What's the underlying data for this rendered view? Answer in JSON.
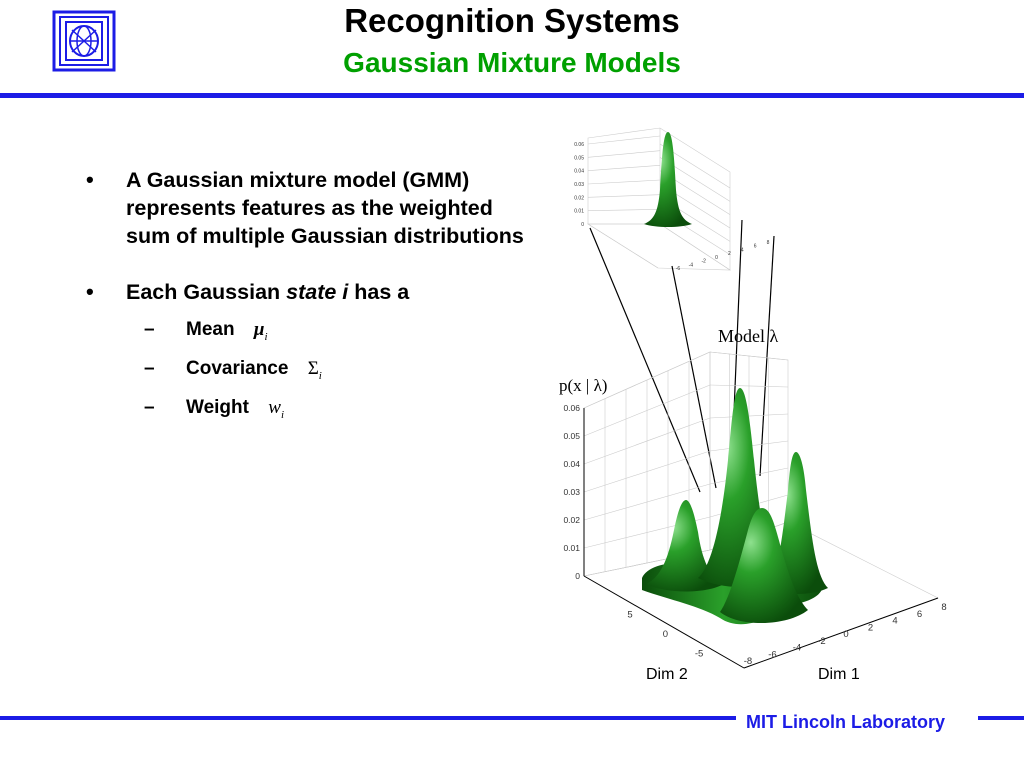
{
  "header": {
    "title": "Recognition Systems",
    "subtitle": "Gaussian Mixture Models",
    "accent_color": "#1c1ce6",
    "subtitle_color": "#00a000",
    "logo_icon": "mit-ll-logo-icon"
  },
  "bullets": [
    {
      "text": "A Gaussian mixture model (GMM) represents features as the weighted sum of multiple Gaussian distributions"
    },
    {
      "prefix": "Each Gaussian ",
      "emphasis": "state i",
      "suffix": " has a",
      "sub": [
        {
          "label": "Mean",
          "symbol": "μ",
          "subscript": "i"
        },
        {
          "label": "Covariance",
          "symbol": "Σ",
          "subscript": "i"
        },
        {
          "label": "Weight",
          "symbol": "w",
          "subscript": "i"
        }
      ]
    }
  ],
  "figure": {
    "model_label": "Model λ",
    "density_label": "p(x | λ)",
    "dim2_label": "Dim 2",
    "dim1_label": "Dim 1",
    "surface_color": "#1e8c1e",
    "small_z_ticks": [
      "0.06",
      "0.05",
      "0.04",
      "0.03",
      "0.02",
      "0.01",
      "0"
    ],
    "small_axis_ticks": [
      "8",
      "6",
      "4",
      "2",
      "0",
      "-2",
      "-4",
      "-6"
    ],
    "z_ticks": [
      "0.06",
      "0.05",
      "0.04",
      "0.03",
      "0.02",
      "0.01",
      "0"
    ],
    "dim2_ticks": [
      "5",
      "0",
      "-5"
    ],
    "dim1_ticks": [
      "8",
      "6",
      "4",
      "2",
      "0",
      "-2",
      "-4",
      "-6",
      "-8"
    ]
  },
  "footer": {
    "text": "MIT Lincoln Laboratory"
  }
}
